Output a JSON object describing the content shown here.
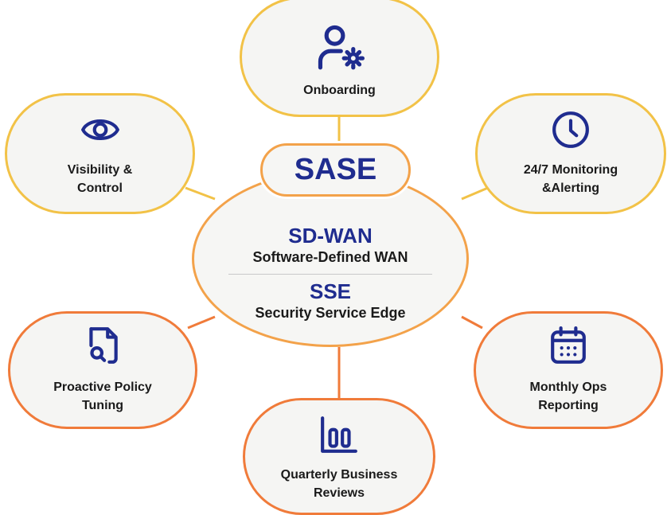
{
  "center": {
    "badge": "SASE",
    "primary_title": "SD-WAN",
    "primary_subtitle": "Software-Defined WAN",
    "secondary_title": "SSE",
    "secondary_subtitle": "Security Service Edge"
  },
  "nodes": {
    "onboarding": {
      "label": "Onboarding",
      "icon": "user-gear-icon",
      "color": "#f2c247"
    },
    "visibility": {
      "label": "Visibility &\nControl",
      "icon": "eye-icon",
      "color": "#f2c247"
    },
    "monitoring": {
      "label": "24/7 Monitoring\n&Alerting",
      "icon": "clock-icon",
      "color": "#f2c247"
    },
    "policy": {
      "label": "Proactive Policy\nTuning",
      "icon": "document-search-icon",
      "color": "#f07b3a"
    },
    "reporting": {
      "label": "Monthly Ops\nReporting",
      "icon": "calendar-icon",
      "color": "#f07b3a"
    },
    "reviews": {
      "label": "Quarterly Business\nReviews",
      "icon": "bar-chart-icon",
      "color": "#f07b3a"
    }
  },
  "colors": {
    "icon": "#1f2c8f",
    "title": "#1f2c8f",
    "text": "#1a1a1a",
    "yellow_border": "#f2c247",
    "orange_border": "#f07b3a",
    "center_border": "#f3a24a"
  }
}
